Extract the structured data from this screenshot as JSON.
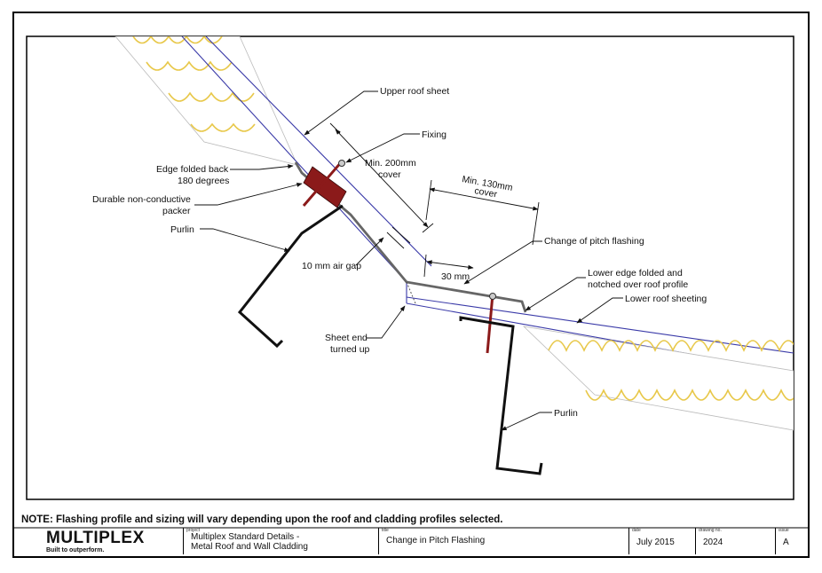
{
  "labels": {
    "upper_roof_sheet": "Upper roof sheet",
    "fixing": "Fixing",
    "edge_folded_1": "Edge folded back",
    "edge_folded_2": "180 degrees",
    "packer_1": "Durable non-conductive",
    "packer_2": "packer",
    "purlin_upper": "Purlin",
    "min200_1": "Min. 200mm",
    "min200_2": "cover",
    "min130_1": "Min. 130mm",
    "min130_2": "cover",
    "change_pitch": "Change of pitch flashing",
    "air_gap": "10 mm air gap",
    "dim30": "30 mm",
    "lower_edge_1": "Lower edge folded and",
    "lower_edge_2": "notched over roof profile",
    "lower_roof": "Lower roof sheeting",
    "sheet_end_1": "Sheet end",
    "sheet_end_2": "turned up",
    "purlin_lower": "Purlin"
  },
  "note": "NOTE: Flashing profile and sizing will vary depending upon the roof and cladding profiles selected.",
  "title_block": {
    "logo": "MULTIPLEX",
    "tagline": "Built to outperform.",
    "project_caption": "project",
    "project_line1": "Multiplex Standard Details -",
    "project_line2": "Metal Roof and Wall Cladding",
    "title_caption": "title",
    "title": "Change in Pitch Flashing",
    "date_caption": "date",
    "date": "July 2015",
    "drawing_caption": "drawing no.",
    "drawing_no": "2024",
    "issue_caption": "issue",
    "issue": "A"
  },
  "colors": {
    "sheet_line": "#3a3aa8",
    "insulation": "#e8c84a",
    "packer": "#8b1a1a",
    "flashing": "#666666",
    "purlin": "#111111"
  }
}
